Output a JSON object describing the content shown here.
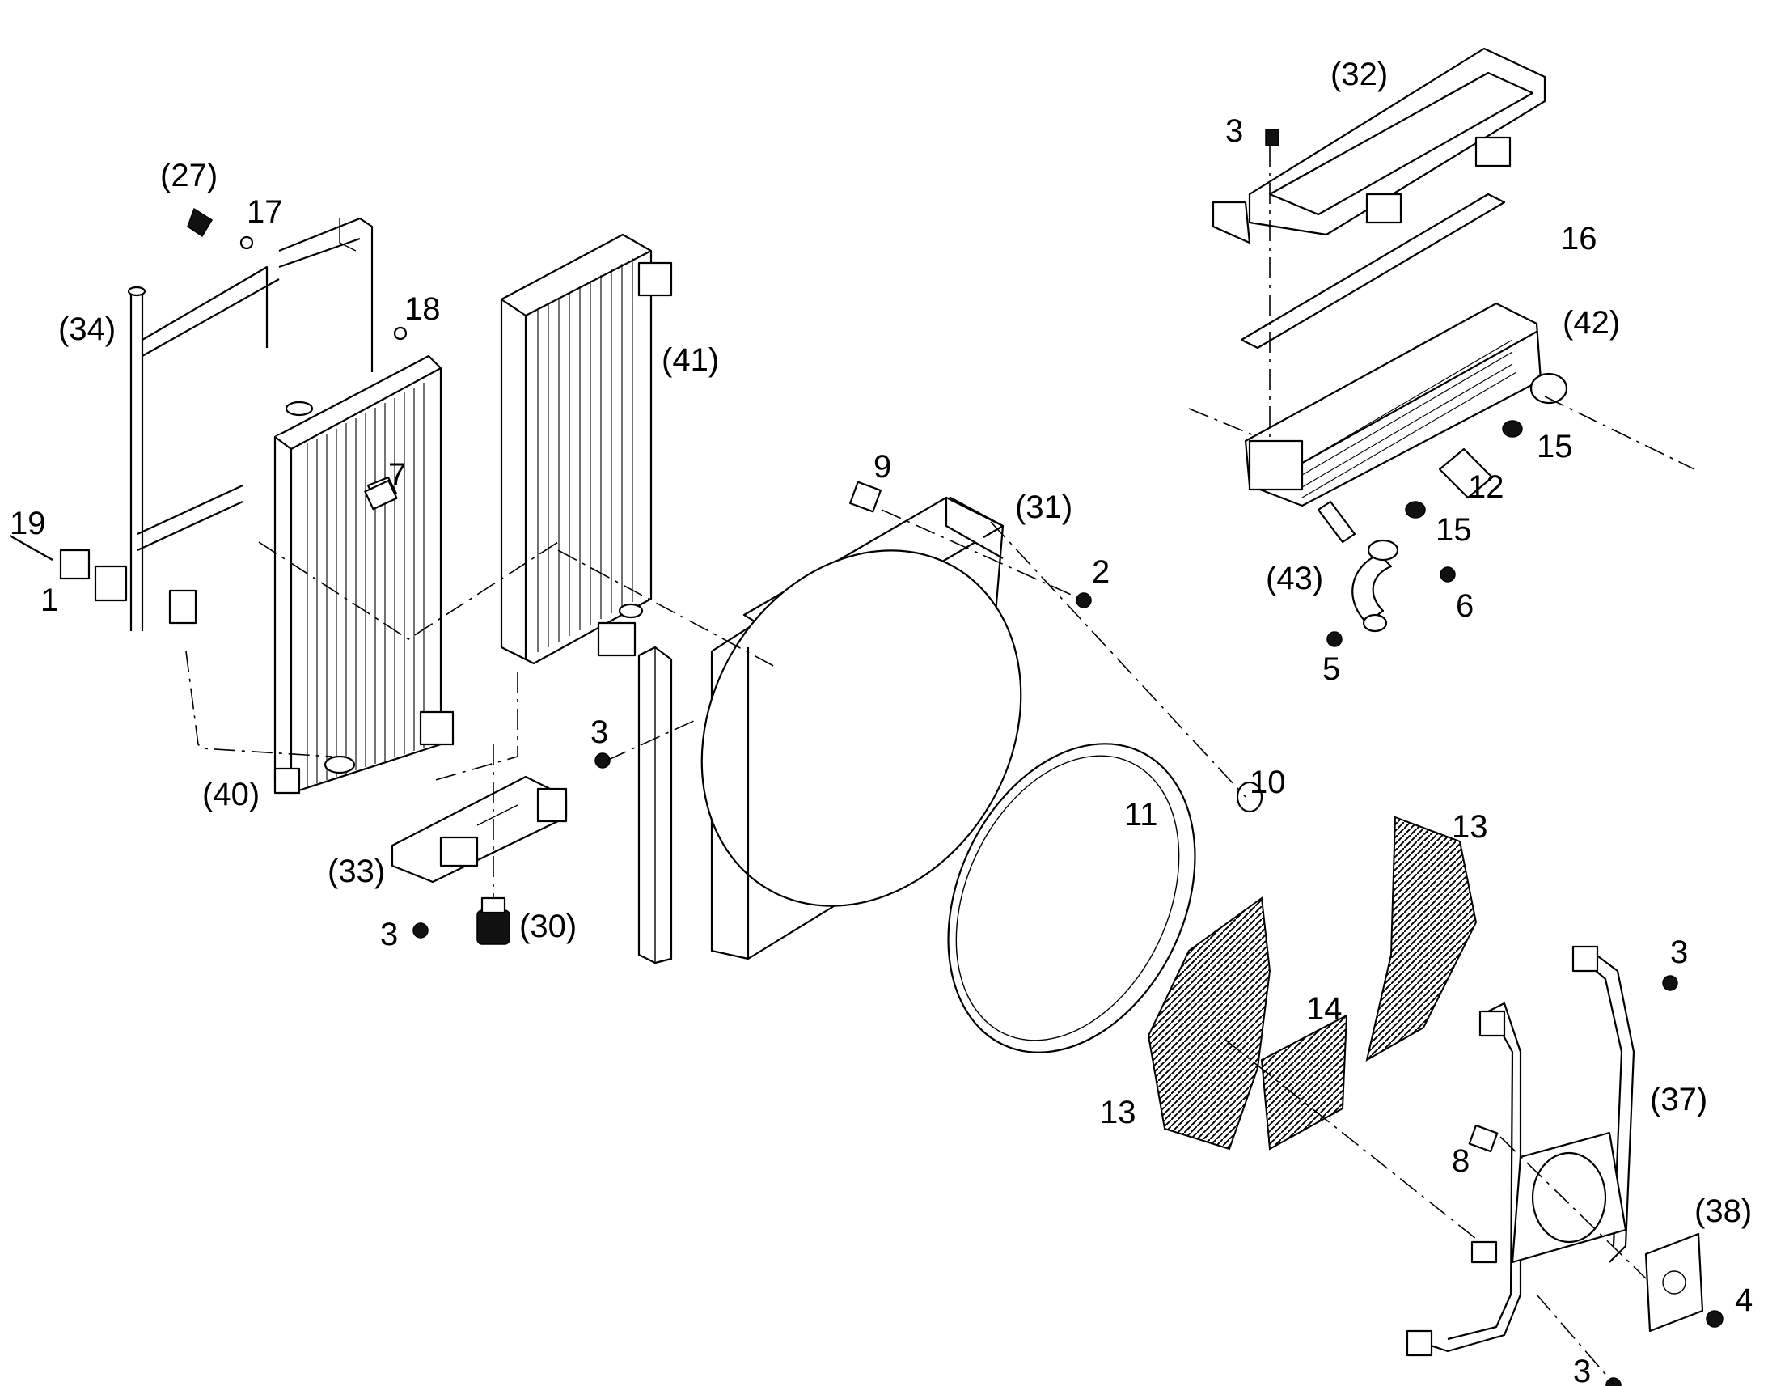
{
  "callouts": {
    "c1": "1",
    "c2": "2",
    "c3a": "3",
    "c3b": "3",
    "c3c": "3",
    "c3d": "3",
    "c3e": "3",
    "c4": "4",
    "c5": "5",
    "c6": "6",
    "c7": "7",
    "c8": "8",
    "c9": "9",
    "c10": "10",
    "c11": "11",
    "c12": "12",
    "c13a": "13",
    "c13b": "13",
    "c14": "14",
    "c15a": "15",
    "c15b": "15",
    "c16": "16",
    "c17": "17",
    "c18": "18",
    "c19": "19",
    "c27": "(27)",
    "c30": "(30)",
    "c31": "(31)",
    "c32": "(32)",
    "c33": "(33)",
    "c34": "(34)",
    "c37": "(37)",
    "c38": "(38)",
    "c40": "(40)",
    "c41": "(41)",
    "c42": "(42)",
    "c43": "(43)"
  }
}
